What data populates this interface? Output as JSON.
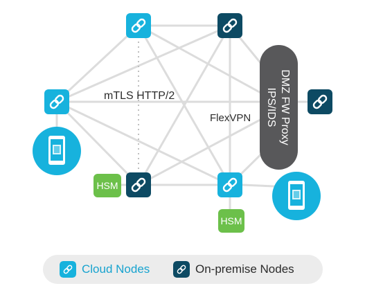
{
  "labels": {
    "mtls": "mTLS HTTP/2",
    "flexvpn": "FlexVPN",
    "dmz_line1": "DMZ FW Proxy",
    "dmz_line2": "IPS/IDS",
    "hsm_left": "HSM",
    "hsm_bottom": "HSM"
  },
  "legend": {
    "cloud": "Cloud Nodes",
    "onprem": "On-premise Nodes"
  },
  "colors": {
    "cloud": "#17b2dd",
    "onprem": "#0d4a63",
    "hsm": "#6cc04a",
    "dmz": "#58585a",
    "line": "#dcdcdc",
    "cloud_text": "#17a3cf"
  },
  "icons": {
    "node": "link-icon",
    "device": "mobile-device-icon"
  }
}
